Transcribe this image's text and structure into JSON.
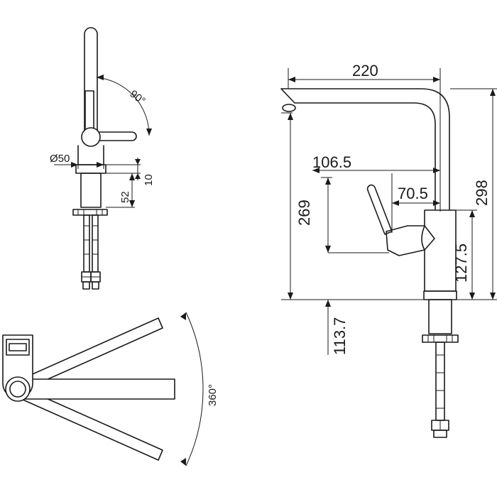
{
  "labels": {
    "diameter": "Ø50",
    "angle_lever": "90°",
    "lever_offset": "10",
    "lever_height": "52",
    "spout_reach": "220",
    "lever_reach": "106.5",
    "lever_offset_horizontal": "70.5",
    "spout_outlet_height": "269",
    "overall_height": "298",
    "body_height": "127.5",
    "lever_base_height": "113.7",
    "swivel_angle": "360°"
  }
}
